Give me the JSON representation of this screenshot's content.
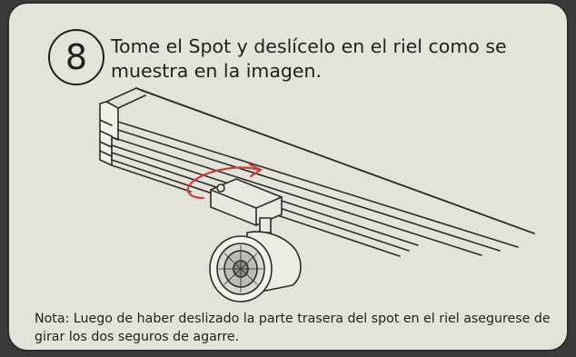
{
  "step": {
    "number": "8",
    "instruction": "Tome el Spot y deslícelo en el riel como se muestra en la imagen."
  },
  "note": {
    "text": "Nota: Luego de haber deslizado la parte trasera del spot en el riel asegurese de girar los dos seguros de agarre."
  },
  "colors": {
    "background": "#e4e3da",
    "stroke": "#2b2b2b",
    "arrow": "#c8403c"
  },
  "icons": [
    "track-rail-illustration",
    "spotlight-illustration",
    "rotation-arrow-icon"
  ]
}
